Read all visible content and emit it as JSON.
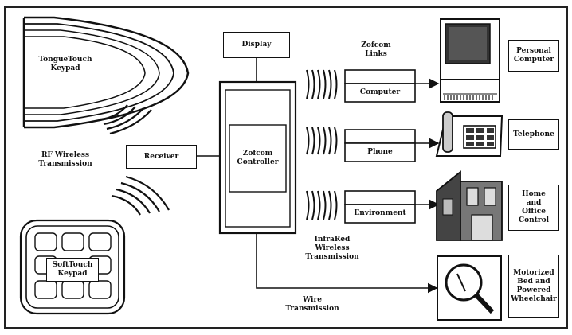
{
  "diagram": {
    "tongue_keypad": "TongueTouch\nKeypad",
    "softtouch_keypad": "SoftTouch\nKeypad",
    "rf_label": "RF Wireless\nTransmission",
    "receiver": "Receiver",
    "display": "Display",
    "controller": "Zofcom\nController",
    "zofcom_links": "Zofcom\nLinks",
    "link_computer": "Computer",
    "link_phone": "Phone",
    "link_environment": "Environment",
    "infrared_label": "InfraRed\nWireless\nTransmission",
    "wire_label": "Wire\nTransmission",
    "out_pc": "Personal\nComputer",
    "out_telephone": "Telephone",
    "out_home": "Home\nand\nOffice\nControl",
    "out_bed": "Motorized\nBed and\nPowered\nWheelchair"
  }
}
